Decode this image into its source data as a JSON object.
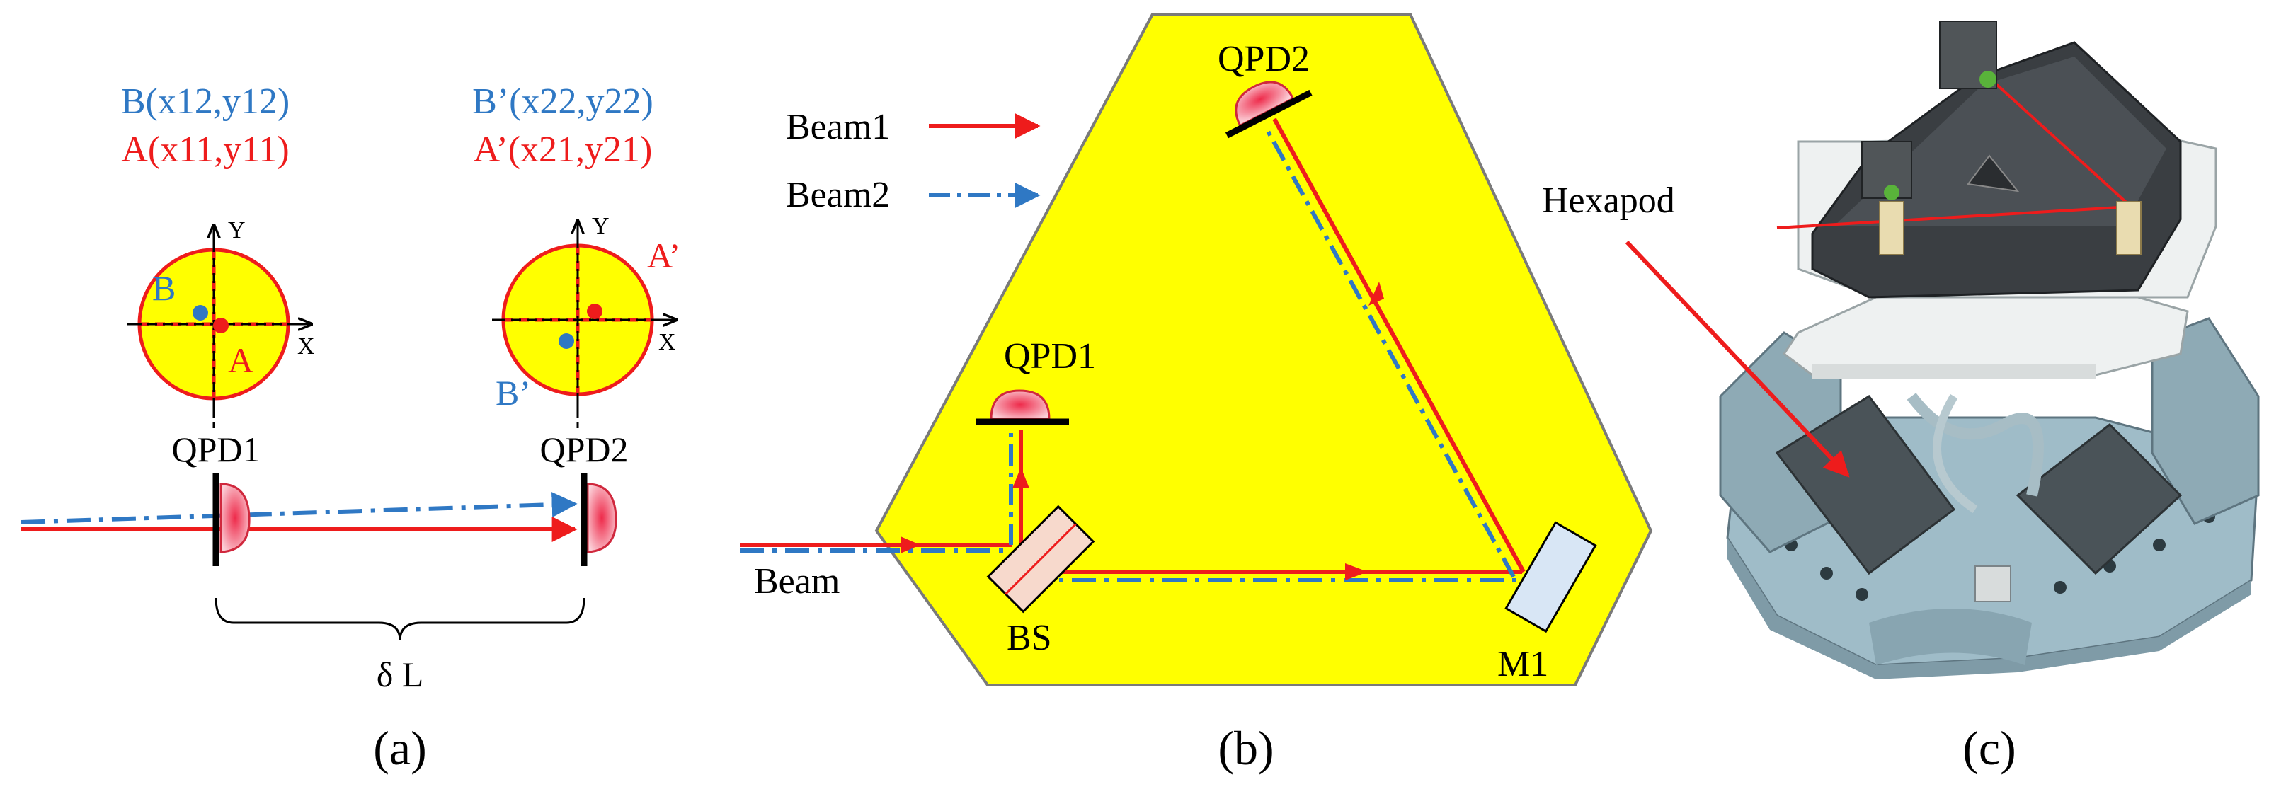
{
  "colors": {
    "red": "#ee1c1c",
    "blue": "#2f78c4",
    "yellow": "#ffff00",
    "black": "#000000",
    "panel_edge": "#7a7a7a",
    "mirror_fill": "#d8e6f5",
    "bs_fill": "#f7d9cc",
    "qpd_pink": "#f5a3b3",
    "hexapod_base": "#9fbcc8",
    "hexapod_actuator": "#4a5358",
    "hexapod_plate": "#eef1f1",
    "hexapod_top": "#3a3e42"
  },
  "panel_a": {
    "label": "(a)",
    "point_b1": "B(x12,y12)",
    "point_a1": "A(x11,y11)",
    "point_b2": "B’(x22,y22)",
    "point_a2": "A’(x21,y21)",
    "axis_x": "X",
    "axis_y": "Y",
    "mark_b1": "B",
    "mark_a1": "A",
    "mark_b2": "B’",
    "mark_a2": "A’",
    "qpd1": "QPD1",
    "qpd2": "QPD2",
    "distance": "δ L"
  },
  "panel_b": {
    "label": "(b)",
    "legend_beam1": "Beam1",
    "legend_beam2": "Beam2",
    "qpd1": "QPD1",
    "qpd2": "QPD2",
    "beam_in": "Beam",
    "bs": "BS",
    "m1": "M1"
  },
  "panel_c": {
    "label": "(c)",
    "hexapod": "Hexapod"
  }
}
